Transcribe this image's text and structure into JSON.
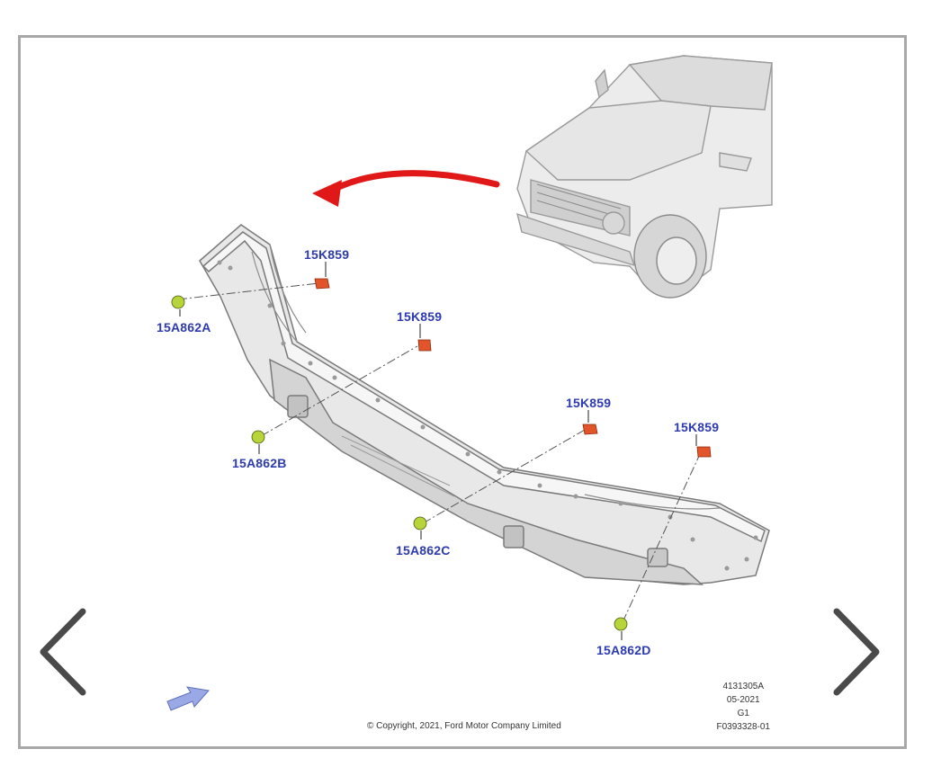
{
  "callouts": [
    {
      "id": "15K859-1",
      "text": "15K859"
    },
    {
      "id": "15K859-2",
      "text": "15K859"
    },
    {
      "id": "15K859-3",
      "text": "15K859"
    },
    {
      "id": "15K859-4",
      "text": "15K859"
    },
    {
      "id": "15A862A",
      "text": "15A862A"
    },
    {
      "id": "15A862B",
      "text": "15A862B"
    },
    {
      "id": "15A862C",
      "text": "15A862C"
    },
    {
      "id": "15A862D",
      "text": "15A862D"
    }
  ],
  "meta": {
    "line1": "4131305A",
    "line2": "05-2021",
    "line3": "G1",
    "line4": "F0393328-01"
  },
  "copyright": "© Copyright, 2021, Ford Motor Company Limited",
  "colors": {
    "sensor_orange": "#e2552a",
    "bezel_green": "#b7d43a",
    "callout_blue": "#2d3bb0",
    "arrow_red": "#e01818",
    "frame_gray": "#a8a8a8",
    "nav_gray": "#4a4a4a",
    "direction_arrow_blue": "#9aa9e6"
  },
  "icons": {
    "prev": "chevron-left-icon",
    "next": "chevron-right-icon",
    "direction": "direction-arrow-icon"
  }
}
